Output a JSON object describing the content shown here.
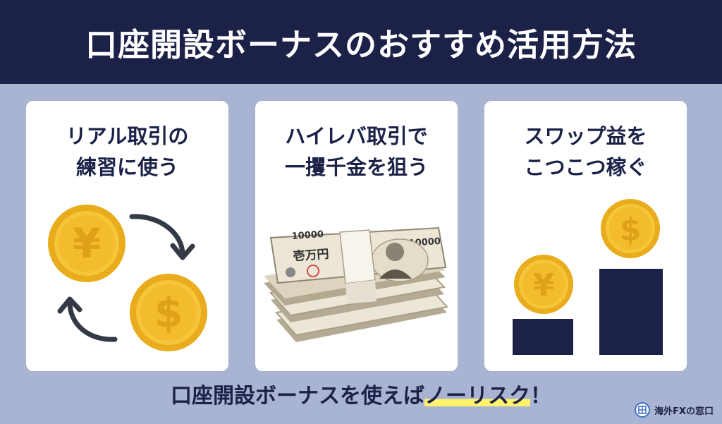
{
  "header": {
    "title": "口座開設ボーナスのおすすめ活用方法"
  },
  "cards": [
    {
      "title_line1": "リアル取引の",
      "title_line2": "練習に使う"
    },
    {
      "title_line1": "ハイレバ取引で",
      "title_line2": "一攫千金を狙う"
    },
    {
      "title_line1": "スワップ益を",
      "title_line2": "こつこつ稼ぐ"
    }
  ],
  "coins": {
    "yen_symbol": "¥",
    "dollar_symbol": "$"
  },
  "banknote": {
    "denomination": "10000",
    "label": "壱万円"
  },
  "footer": {
    "text_prefix": "口座開設ボーナスを使えば",
    "text_highlight": "ノーリスク",
    "text_suffix": "！"
  },
  "brand": {
    "name": "海外FXの窓口"
  },
  "colors": {
    "navy": "#1b2147",
    "background": "#a9b4d3",
    "coin_gold": "#f5c53a",
    "coin_rim": "#e8ac1d",
    "highlight": "#fff36b"
  }
}
